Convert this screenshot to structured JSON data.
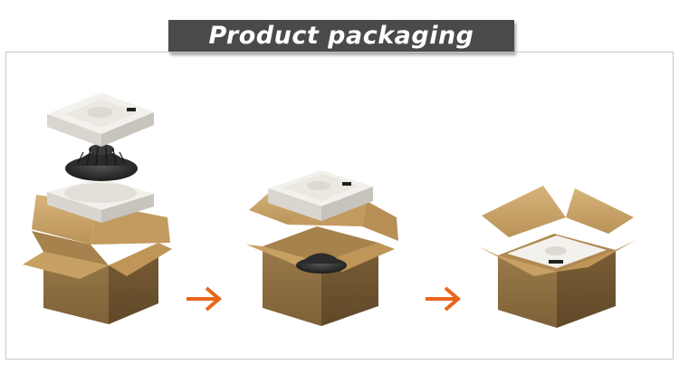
{
  "banner": {
    "title": "Product packaging"
  },
  "colors": {
    "banner_bg": "#4a4a4a",
    "box_front": "#8a6b3f",
    "box_side": "#6e5430",
    "flap": "#c9a46a",
    "flap_inner": "#b08850",
    "tray_top": "#f3f1ec",
    "tray_side": "#d9d6cf",
    "light_body": "#2b2b2b",
    "arrow": "#e8661c"
  },
  "steps": [
    {
      "name": "exploded-view"
    },
    {
      "name": "light-inside-box"
    },
    {
      "name": "tray-inside-box"
    }
  ],
  "arrows": [
    {
      "name": "arrow-1",
      "icon": "right-arrow-icon"
    },
    {
      "name": "arrow-2",
      "icon": "right-arrow-icon"
    }
  ]
}
